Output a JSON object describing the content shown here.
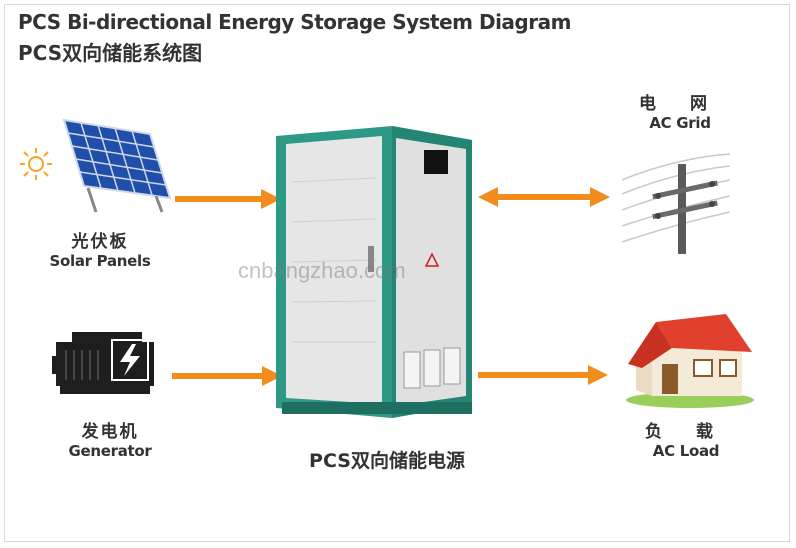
{
  "title": {
    "line1": "PCS Bi-directional Energy Storage System Diagram",
    "line2": "PCS双向储能系统图"
  },
  "nodes": {
    "solar": {
      "zh": "光伏板",
      "en": "Solar Panels"
    },
    "generator": {
      "zh": "发电机",
      "en": "Generator"
    },
    "grid": {
      "zh": "电 网",
      "en": "AC Grid"
    },
    "load": {
      "zh": "负 载",
      "en": "AC Load"
    },
    "pcs": {
      "zh": "PCS双向储能电源"
    }
  },
  "watermark": "cnbangzhao.com",
  "colors": {
    "arrow": "#f28c1c",
    "cabinet": "#e4e4e4",
    "cabinet_frame": "#2e9a86",
    "roof": "#e0402c",
    "wall": "#f3ead7"
  }
}
